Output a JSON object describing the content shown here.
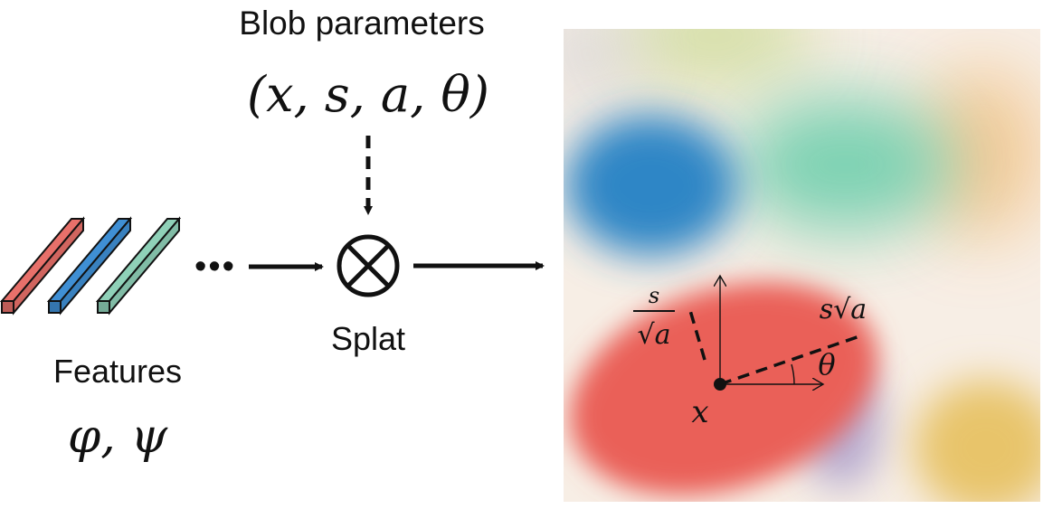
{
  "labels": {
    "blob_parameters_title": "Blob parameters",
    "blob_parameters_math": "(x, s, a, θ)",
    "splat": "Splat",
    "features_title": "Features",
    "features_math": "φ, ψ",
    "ellipsis": "•••",
    "otimes": "⊗"
  },
  "annotations": {
    "minor_axis_numerator": "s",
    "minor_axis_denominator": "√a",
    "major_axis": "s√a",
    "angle": "θ",
    "center": "x"
  },
  "colors": {
    "feature_bar_red": "#e8706a",
    "feature_bar_blue": "#3f8fd4",
    "feature_bar_green": "#8fd1b8",
    "blob_red": "#ea6158",
    "blob_blue": "#2f86c6",
    "blob_green": "#6fcfad",
    "blob_yellow": "#e8c46a",
    "blob_orange": "#f2c48a",
    "blob_lime": "#c9da92",
    "canvas_background": "#f7eee5",
    "ink": "#111111"
  }
}
